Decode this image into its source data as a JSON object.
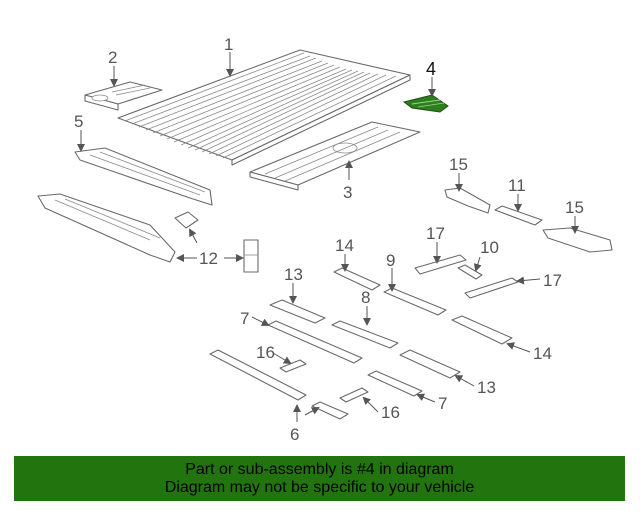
{
  "diagram": {
    "callouts": [
      {
        "id": "c1",
        "text": "1"
      },
      {
        "id": "c2",
        "text": "2"
      },
      {
        "id": "c3",
        "text": "3"
      },
      {
        "id": "c4",
        "text": "4"
      },
      {
        "id": "c5",
        "text": "5"
      },
      {
        "id": "c6",
        "text": "6"
      },
      {
        "id": "c7a",
        "text": "7"
      },
      {
        "id": "c7b",
        "text": "7"
      },
      {
        "id": "c8",
        "text": "8"
      },
      {
        "id": "c9",
        "text": "9"
      },
      {
        "id": "c10",
        "text": "10"
      },
      {
        "id": "c11",
        "text": "11"
      },
      {
        "id": "c12",
        "text": "12"
      },
      {
        "id": "c13a",
        "text": "13"
      },
      {
        "id": "c13b",
        "text": "13"
      },
      {
        "id": "c14a",
        "text": "14"
      },
      {
        "id": "c14b",
        "text": "14"
      },
      {
        "id": "c15a",
        "text": "15"
      },
      {
        "id": "c15b",
        "text": "15"
      },
      {
        "id": "c16a",
        "text": "16"
      },
      {
        "id": "c16b",
        "text": "16"
      },
      {
        "id": "c17a",
        "text": "17"
      },
      {
        "id": "c17b",
        "text": "17"
      }
    ],
    "highlight_color": "#2e7d1f"
  },
  "footer": {
    "line1": "Part or sub-assembly is #4 in diagram",
    "line2": "Diagram may not be specific to your vehicle",
    "background": "#22750e"
  }
}
